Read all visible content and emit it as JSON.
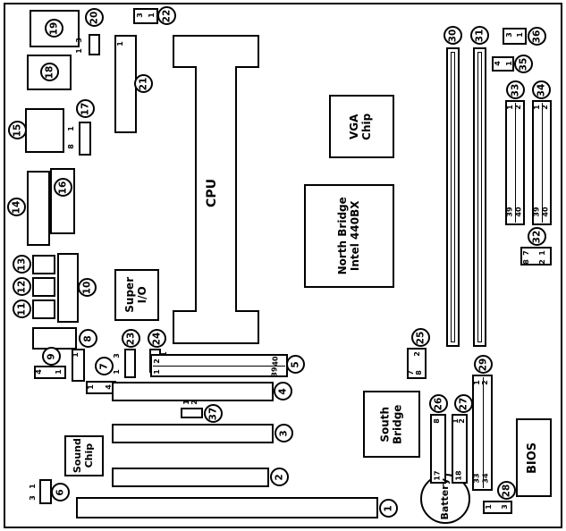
{
  "components": {
    "cpu": "CPU",
    "north_bridge": [
      "North Bridge",
      "Intel 440BX"
    ],
    "vga_chip": [
      "VGA",
      "Chip"
    ],
    "south_bridge": [
      "South",
      "Bridge"
    ],
    "super_io": [
      "Super",
      "I/O"
    ],
    "sound_chip": [
      "Sound",
      "Chip"
    ],
    "battery": "Battery",
    "bios": "BIOS"
  },
  "callouts": {
    "c1": "1",
    "c2": "2",
    "c3": "3",
    "c4": "4",
    "c5": "5",
    "c6": "6",
    "c7": "7",
    "c8": "8",
    "c9": "9",
    "c10": "10",
    "c11": "11",
    "c12": "12",
    "c13": "13",
    "c14": "14",
    "c15": "15",
    "c16": "16",
    "c17": "17",
    "c18": "18",
    "c19": "19",
    "c20": "20",
    "c21": "21",
    "c22": "22",
    "c23": "23",
    "c24": "24",
    "c25": "25",
    "c26": "26",
    "c27": "27",
    "c28": "28",
    "c29": "29",
    "c30": "30",
    "c31": "31",
    "c32": "32",
    "c33": "33",
    "c34": "34",
    "c35": "35",
    "c36": "36",
    "c37": "37"
  },
  "pins": {
    "p20_a": "3",
    "p20_b": "1",
    "p21_1": "1",
    "p22_a": "3",
    "p22_b": "1",
    "p17_a": "1",
    "p17_b": "8",
    "p9_a": "4",
    "p9_b": "1",
    "p7v_1": "1",
    "p7h_a": "1",
    "p7h_b": "4",
    "p23_a": "3",
    "p23_b": "1",
    "p24_1": "1",
    "p5_2": "2",
    "p5_40": "40",
    "p5_1": "1",
    "p5_39": "39",
    "p37_1": "1",
    "p37_2": "2",
    "p6_a": "1",
    "p6_b": "3",
    "p25_2": "2",
    "p25_7": "7",
    "p25_8": "8",
    "p26_8": "8",
    "p26_17": "17",
    "p27_1": "1",
    "p27_2": "2",
    "p27_18": "18",
    "p28_a": "1",
    "p28_b": "3",
    "p29_1": "1",
    "p29_2": "2",
    "p29_33": "33",
    "p29_34": "34",
    "p32_7": "7",
    "p32_1": "1",
    "p32_8": "8",
    "p32_2": "2",
    "p33_1": "1",
    "p33_2": "2",
    "p33_39": "39",
    "p33_40": "40",
    "p34_1": "1",
    "p34_2": "2",
    "p34_39": "39",
    "p34_40": "40",
    "p35_a": "4",
    "p35_b": "1",
    "p36_a": "3",
    "p36_b": "1"
  }
}
